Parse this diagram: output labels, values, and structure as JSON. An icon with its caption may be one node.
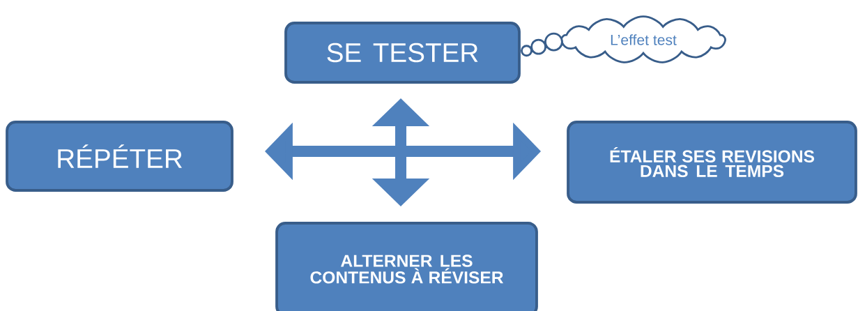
{
  "diagram": {
    "nodes": [
      {
        "text": [
          "SE TESTER"
        ]
      },
      {
        "text": [
          "RÉPÉTER"
        ]
      },
      {
        "text": [
          "ÉTALER SES REVISIONS DANS LE TEMPS"
        ]
      },
      {
        "text": [
          "ALTERNER LES CONTENUS À RÉVISER"
        ]
      },
      {
        "text": [
          "L’effet test"
        ]
      }
    ],
    "edges": [
      {
        "from": 0,
        "to": 3,
        "arrow": "both"
      },
      {
        "from": 1,
        "to": 2,
        "arrow": "both"
      },
      {
        "from": 4,
        "to": 0,
        "arrow": "to"
      }
    ]
  }
}
